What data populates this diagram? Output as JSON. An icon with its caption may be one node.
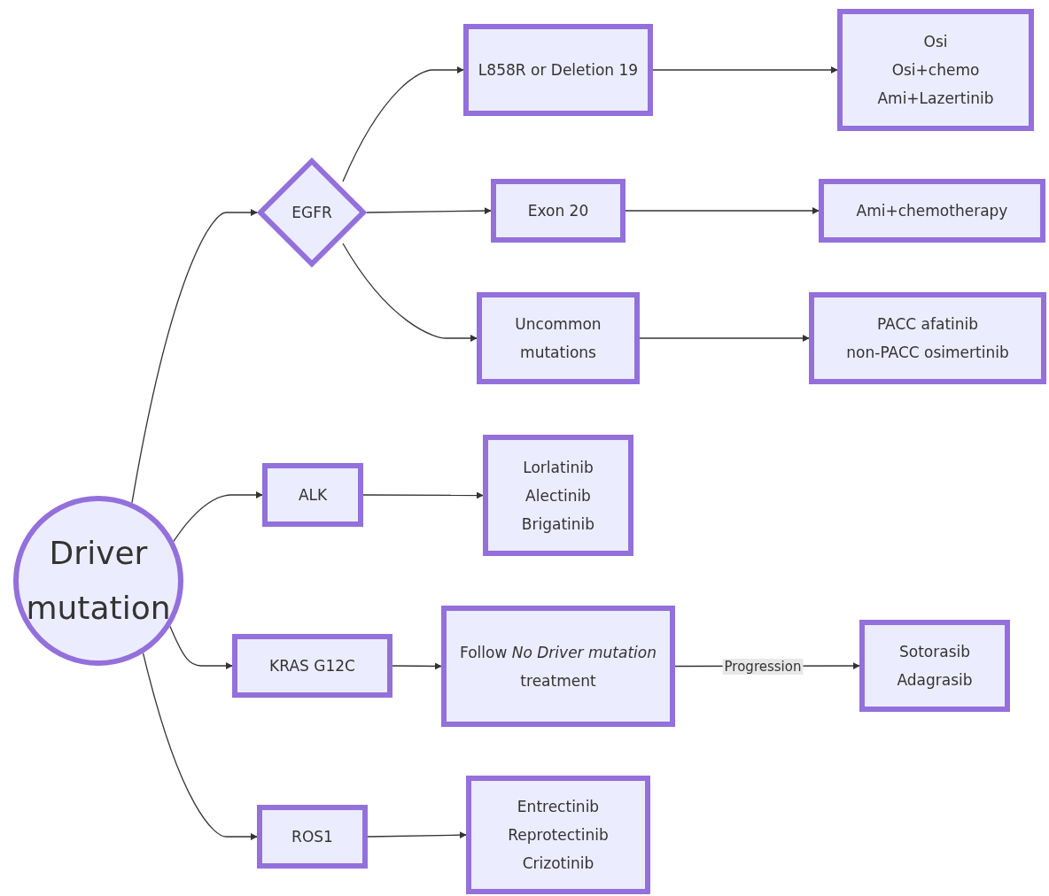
{
  "diagram": {
    "nodes": [
      {
        "text": [
          "Driver mutation"
        ]
      },
      {
        "text": [
          "EGFR"
        ]
      },
      {
        "text": [
          "L858R or Deletion 19"
        ]
      },
      {
        "text": [
          "Osi",
          "Osi+chemo",
          "Ami+Lazertinib"
        ]
      },
      {
        "text": [
          "Exon 20"
        ]
      },
      {
        "text": [
          "Ami+chemotherapy"
        ]
      },
      {
        "text": [
          "Uncommon mutations"
        ]
      },
      {
        "text": [
          "PACC afatinib",
          "non-PACC osimertinib"
        ]
      },
      {
        "text": [
          "ALK"
        ]
      },
      {
        "text": [
          "Lorlatinib",
          "Alectinib",
          "Brigatinib"
        ]
      },
      {
        "text": [
          "KRAS G12C"
        ]
      },
      {
        "text": [
          "Follow *No Driver mutation* treatment"
        ]
      },
      {
        "text": [
          "Sotorasib",
          "Adagrasib"
        ]
      },
      {
        "text": [
          "ROS1"
        ]
      },
      {
        "text": [
          "Entrectinib",
          "Reprotectinib",
          "Crizotinib"
        ]
      }
    ],
    "edges": [
      {
        "from": 0,
        "to": 1,
        "arrow": "to"
      },
      {
        "from": 1,
        "to": 2,
        "arrow": "to"
      },
      {
        "from": 2,
        "to": 3,
        "arrow": "to"
      },
      {
        "from": 1,
        "to": 4,
        "arrow": "to"
      },
      {
        "from": 4,
        "to": 5,
        "arrow": "to"
      },
      {
        "from": 1,
        "to": 6,
        "arrow": "to"
      },
      {
        "from": 6,
        "to": 7,
        "arrow": "to"
      },
      {
        "from": 0,
        "to": 8,
        "arrow": "to"
      },
      {
        "from": 8,
        "to": 9,
        "arrow": "to"
      },
      {
        "from": 0,
        "to": 10,
        "arrow": "to"
      },
      {
        "from": 10,
        "to": 11,
        "arrow": "to"
      },
      {
        "from": 11,
        "to": 12,
        "label": "Progression",
        "arrow": "to"
      },
      {
        "from": 0,
        "to": 13,
        "arrow": "to"
      },
      {
        "from": 13,
        "to": 14,
        "arrow": "to"
      }
    ]
  }
}
